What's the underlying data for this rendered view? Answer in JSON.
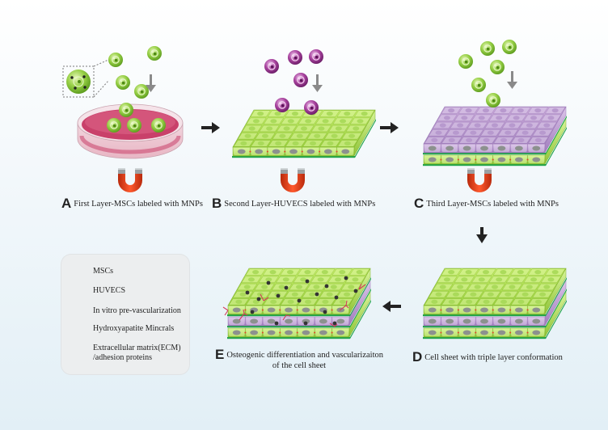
{
  "captions": {
    "a_letter": "A",
    "a_text": "First Layer-MSCs labeled with MNPs",
    "b_letter": "B",
    "b_text": "Second Layer-HUVECS labeled with MNPs",
    "c_letter": "C",
    "c_text": "Third Layer-MSCs labeled with MNPs",
    "d_letter": "D",
    "d_text": "Cell sheet with triple layer conformation",
    "e_letter": "E",
    "e_text_1": "Osteogenic differentiation and  vascularizaiton",
    "e_text_2": "of the cell sheet"
  },
  "legend": {
    "msc": "MSCs",
    "huvec": "HUVECS",
    "vascular": "In vitro pre-vascularization",
    "mineral": "Hydroxyapatite Mincrals",
    "ecm_1": "Extracellular matrix(ECM)",
    "ecm_2": "/adhesion proteins"
  },
  "colors": {
    "msc_green": "#8cc63f",
    "huvec_purple": "#a77fbf",
    "magnet_red": "#e23c1c",
    "dish_pink": "#c43a5f",
    "ecm_green": "#1fa34a",
    "vessel_red": "#d23c5c",
    "mineral_dark": "#333333"
  }
}
